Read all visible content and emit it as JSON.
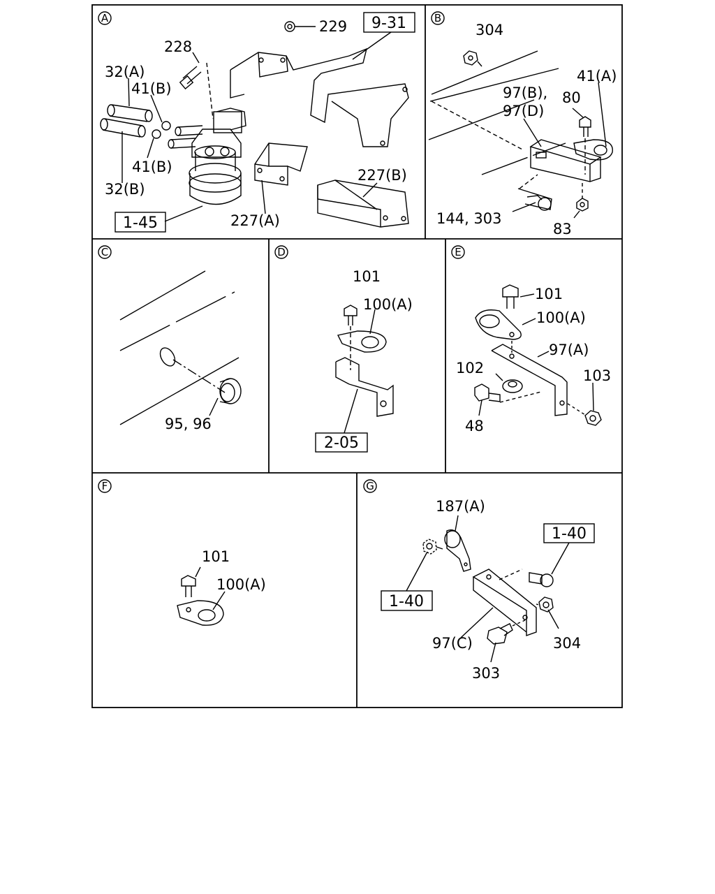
{
  "panels": {
    "A": {
      "id": "A",
      "labels": {
        "p229": "229",
        "ref_9_31": "9-31",
        "p228": "228",
        "p32a": "32(A)",
        "p41b_top": "41(B)",
        "p41b_bottom": "41(B)",
        "p32b": "32(B)",
        "p227b": "227(B)",
        "p227a": "227(A)",
        "ref_1_45": "1-45"
      }
    },
    "B": {
      "id": "B",
      "labels": {
        "p304": "304",
        "p41a": "41(A)",
        "p97bd_1": "97(B),",
        "p80": "80",
        "p97bd_2": "97(D)",
        "p144_303": "144, 303",
        "p83": "83"
      }
    },
    "C": {
      "id": "C",
      "labels": {
        "p95_96": "95, 96"
      }
    },
    "D": {
      "id": "D",
      "labels": {
        "p101": "101",
        "p100a": "100(A)",
        "ref_2_05": "2-05"
      }
    },
    "E": {
      "id": "E",
      "labels": {
        "p101": "101",
        "p100a": "100(A)",
        "p97a": "97(A)",
        "p102": "102",
        "p103": "103",
        "p48": "48"
      }
    },
    "F": {
      "id": "F",
      "labels": {
        "p101": "101",
        "p100a": "100(A)"
      }
    },
    "G": {
      "id": "G",
      "labels": {
        "p187a": "187(A)",
        "ref_1_40_right": "1-40",
        "ref_1_40_left": "1-40",
        "p97c": "97(C)",
        "p304": "304",
        "p303": "303"
      }
    }
  }
}
